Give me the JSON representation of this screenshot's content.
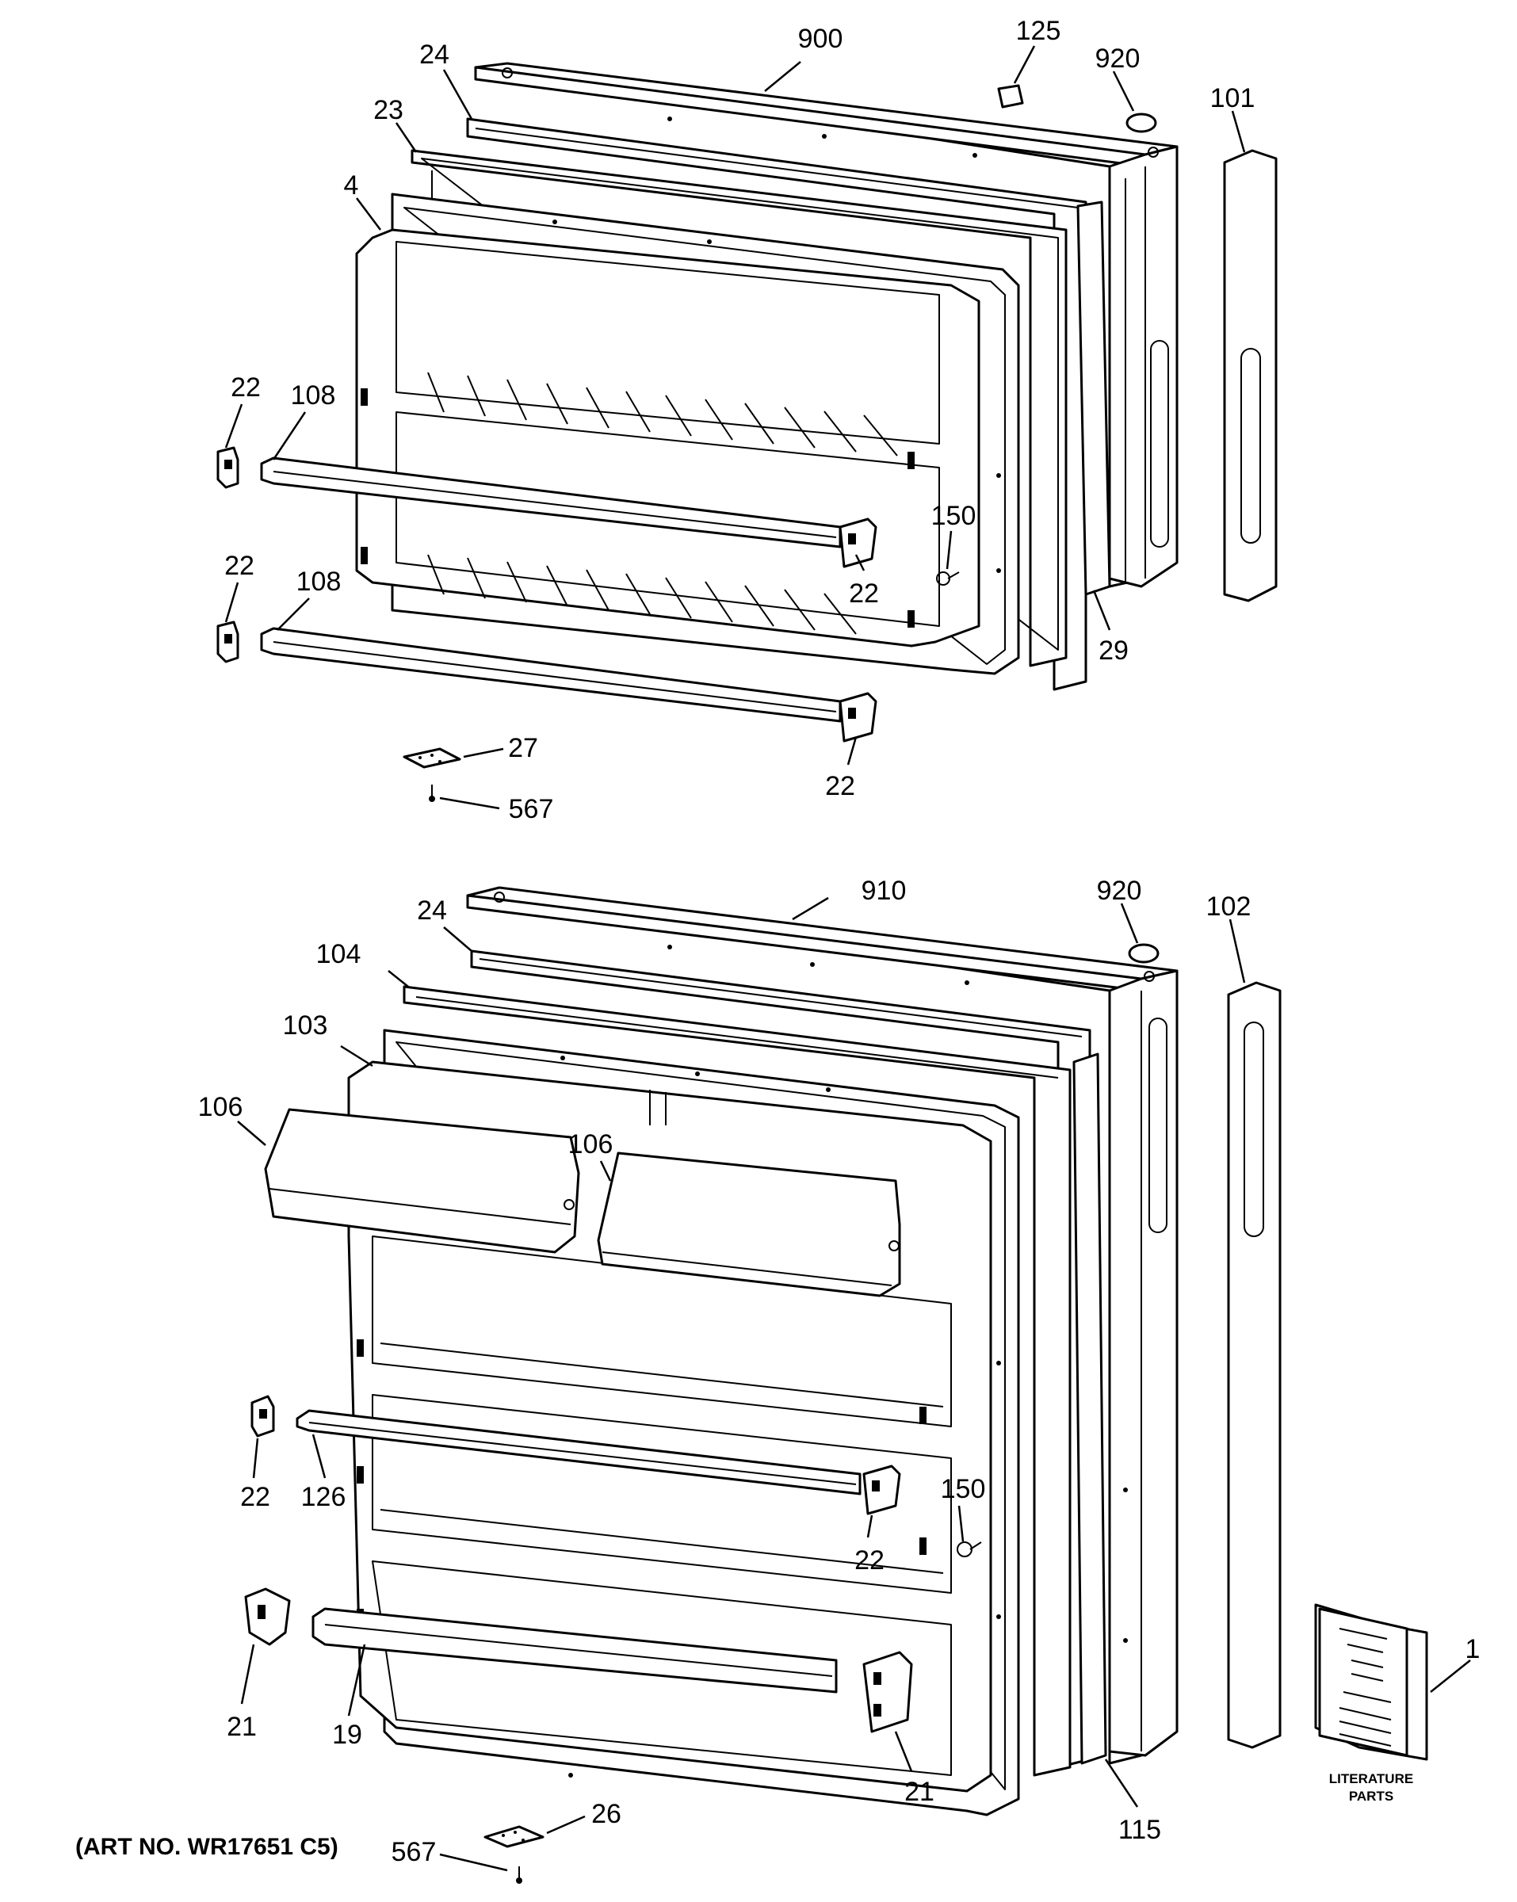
{
  "labels": {
    "l900": "900",
    "l125": "125",
    "l920a": "920",
    "l101": "101",
    "l24a": "24",
    "l23": "23",
    "l4": "4",
    "l22a": "22",
    "l108a": "108",
    "l22b": "22",
    "l108b": "108",
    "l150a": "150",
    "l22c": "22",
    "l29": "29",
    "l27": "27",
    "l22d": "22",
    "l567a": "567",
    "l910": "910",
    "l920b": "920",
    "l102": "102",
    "l24b": "24",
    "l104": "104",
    "l103": "103",
    "l106a": "106",
    "l106b": "106",
    "l22e": "22",
    "l126": "126",
    "l150b": "150",
    "l22f": "22",
    "l1": "1",
    "l21a": "21",
    "l19": "19",
    "l21b": "21",
    "l115": "115",
    "l26": "26",
    "l567b": "567"
  },
  "literature": {
    "line1": "LITERATURE",
    "line2": "PARTS"
  },
  "caption": "(ART NO. WR17651 C5)"
}
